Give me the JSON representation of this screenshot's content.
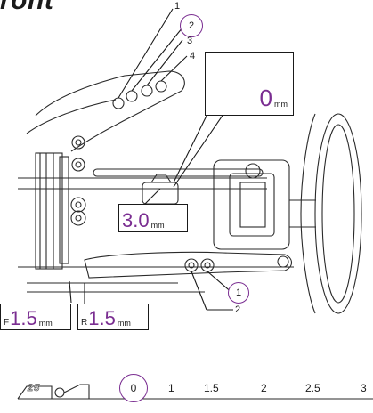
{
  "title": "ront",
  "labels": {
    "n1": "1",
    "n2": "2",
    "n3": "3",
    "n4": "4",
    "lower_1": "1",
    "lower_2": "2"
  },
  "callouts": {
    "camber": {
      "value": "0",
      "unit": "mm"
    },
    "center": {
      "value": "3.0",
      "unit": "mm"
    },
    "front": {
      "side": "F",
      "value": "1.5",
      "unit": "mm"
    },
    "rear": {
      "side": "R",
      "value": "1.5",
      "unit": "mm"
    }
  },
  "page_number": "25",
  "scale": {
    "selected": "0",
    "values": [
      "1",
      "1.5",
      "2",
      "2.5",
      "3"
    ]
  },
  "colors": {
    "accent": "#7a2d91",
    "ink": "#1a1a1a"
  }
}
